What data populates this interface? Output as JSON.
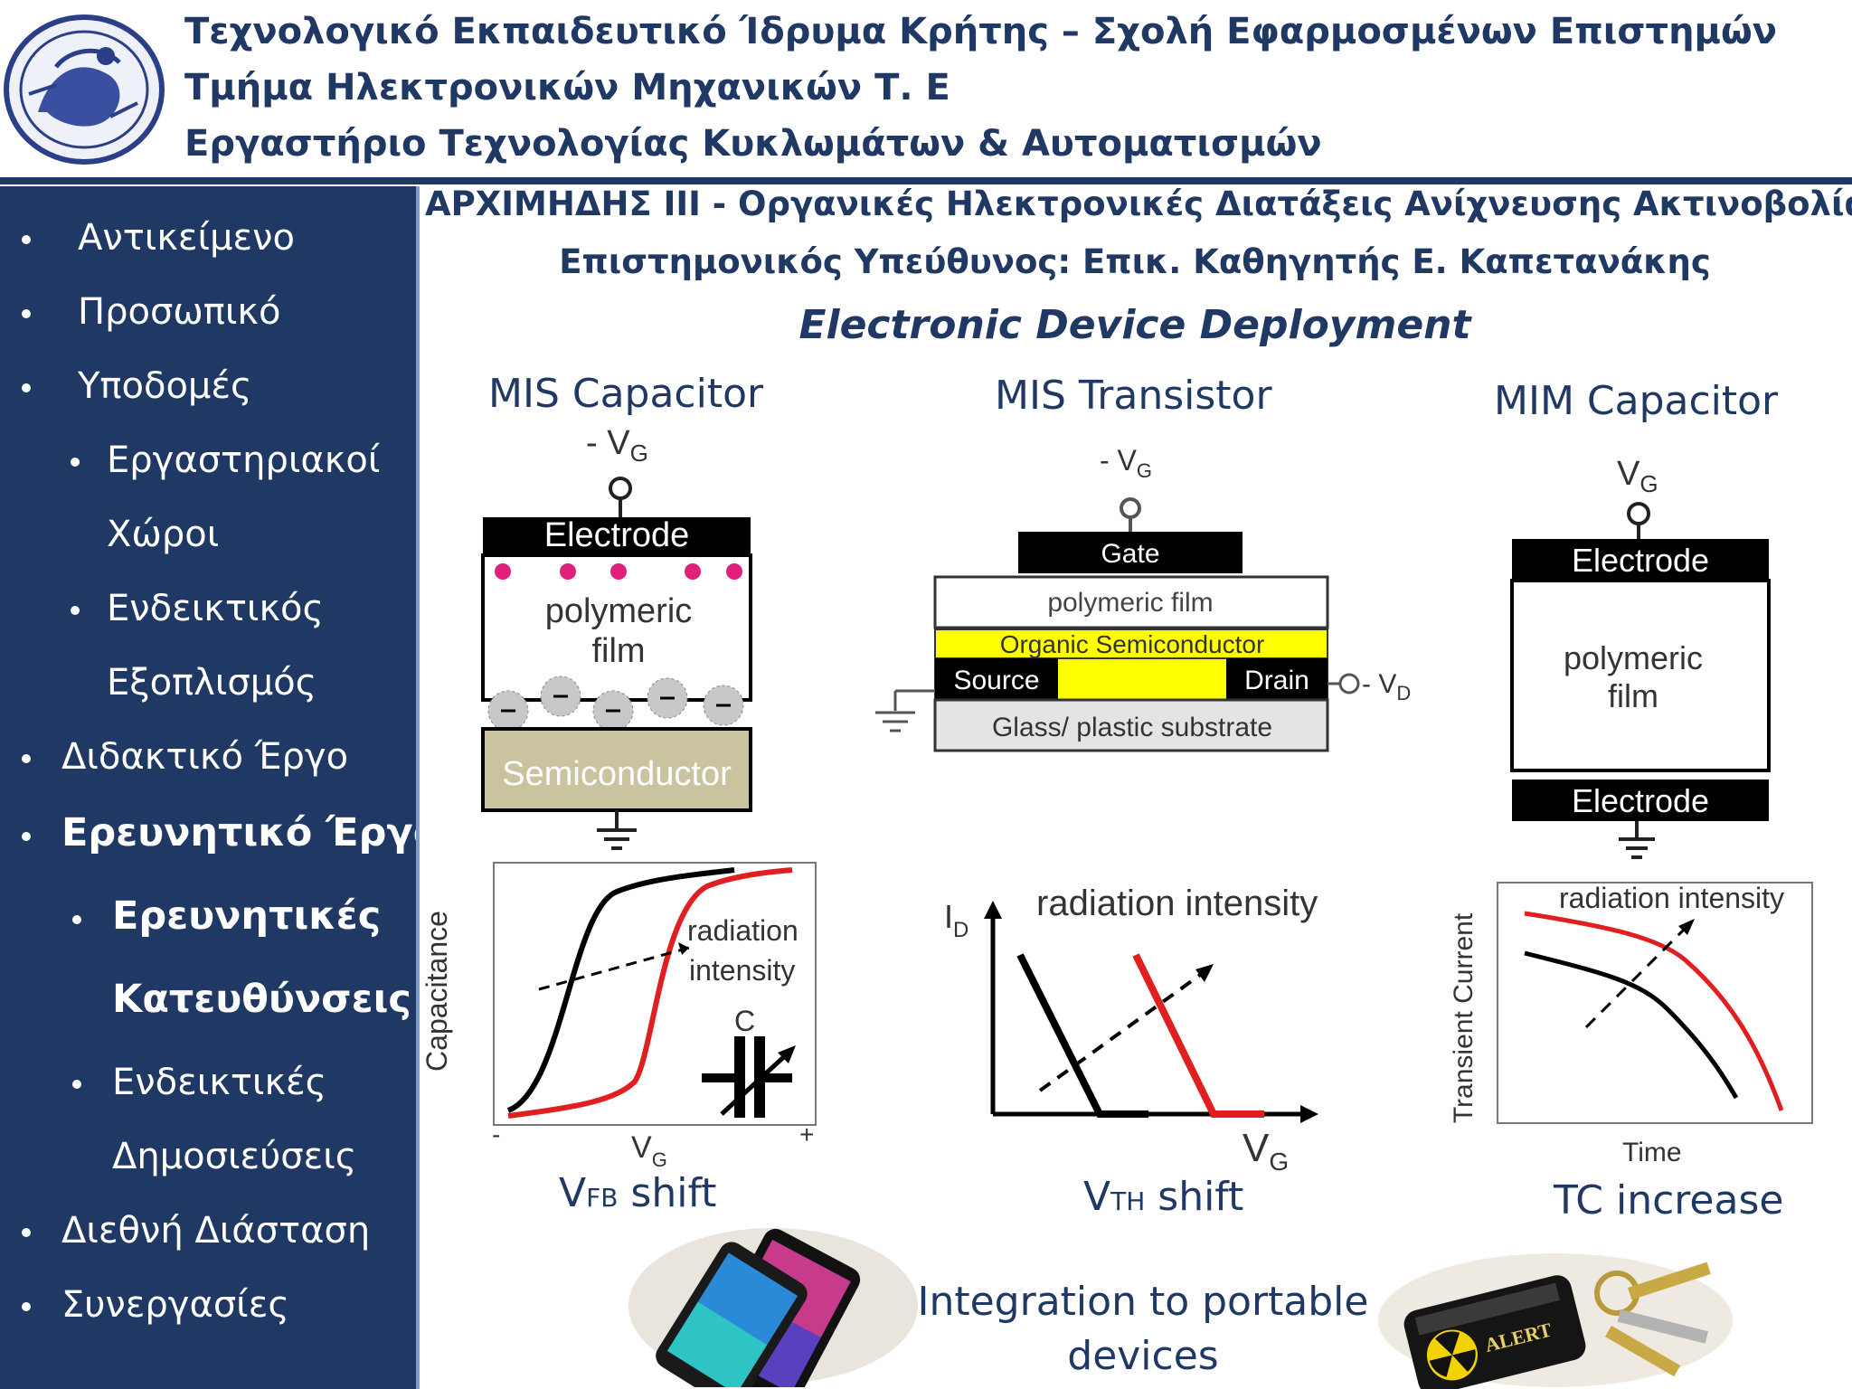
{
  "header": {
    "line1": "Τεχνολογικό Εκπαιδευτικό Ίδρυμα Κρήτης – Σχολή Εφαρμοσμένων Επιστημών",
    "line2": "Τμήμα Ηλεκτρονικών Μηχανικών Τ. Ε",
    "line3": "Εργαστήριο Τεχνολογίας Κυκλωμάτων & Αυτοματισμών"
  },
  "sidebar": {
    "items": [
      {
        "label": "Αντικείμενο"
      },
      {
        "label": "Προσωπικό"
      },
      {
        "label": "Υποδομές"
      },
      {
        "label": "Εργαστηριακοί",
        "label2": "Χώροι"
      },
      {
        "label": "Ενδεικτικός",
        "label2": "Εξοπλισμός"
      },
      {
        "label": "Διδακτικό Έργο"
      },
      {
        "label": "Ερευνητικό Έργο"
      },
      {
        "label": "Ερευνητικές",
        "label2": "Κατευθύνσεις"
      },
      {
        "label": "Ενδεικτικές",
        "label2": "Δημοσιεύσεις"
      },
      {
        "label": "Διεθνή Διάσταση"
      },
      {
        "label": "Συνεργασίες"
      }
    ]
  },
  "main": {
    "project_title": "ΑΡΧΙΜΗΔΗΣ ΙΙΙ - Οργανικές Ηλεκτρονικές Διατάξεις Ανίχνευσης Ακτινοβολίας",
    "supervisor": "Επιστημονικός Υπεύθυνος: Επικ. Καθηγητής Ε. Καπετανάκης",
    "section_title": "Electronic Device Deployment",
    "devices": {
      "mis_cap": {
        "title": "MIS Capacitor",
        "vg": "- V",
        "sub_g": "G",
        "electrode": "Electrode",
        "film1": "polymeric",
        "film2": "film",
        "semiconductor": "Semiconductor"
      },
      "mis_tr": {
        "title": "MIS Transistor",
        "vg": "- V",
        "sub_g": "G",
        "gate": "Gate",
        "film": "polymeric film",
        "organic": "Organic Semiconductor",
        "source": "Source",
        "drain": "Drain",
        "vd": "- V",
        "sub_d": "D",
        "substrate": "Glass/ plastic substrate"
      },
      "mim_cap": {
        "title": "MIM Capacitor",
        "vg": "V",
        "sub_g": "G",
        "electrode_top": "Electrode",
        "film1": "polymeric",
        "film2": "film",
        "electrode_bottom": "Electrode"
      }
    },
    "graphs": {
      "cv": {
        "ylabel": "Capacitance",
        "annot1": "radiation",
        "annot2": "intensity",
        "cap_label": "C",
        "xminus": "-",
        "xplus": "+",
        "xlabel": "V",
        "sub": "G",
        "caption_v": "V",
        "caption_sub": "FB",
        "caption_rest": " shift"
      },
      "id": {
        "ylabel": "I",
        "ysub": "D",
        "annot": "radiation intensity",
        "xlabel": "V",
        "xsub": "G",
        "caption_v": "V",
        "caption_sub": "TH",
        "caption_rest": " shift"
      },
      "tc": {
        "ylabel": "Transient Current",
        "annot": "radiation intensity",
        "xlabel": "Time",
        "caption": "TC increase"
      }
    },
    "integration1": "Integration to portable",
    "integration2": "devices",
    "keychain_text": "ALERT"
  },
  "colors": {
    "navy": "#1f3864",
    "red_curve": "#e02020",
    "yellow": "#ffff00",
    "semiconductor": "#c9c3a0"
  }
}
